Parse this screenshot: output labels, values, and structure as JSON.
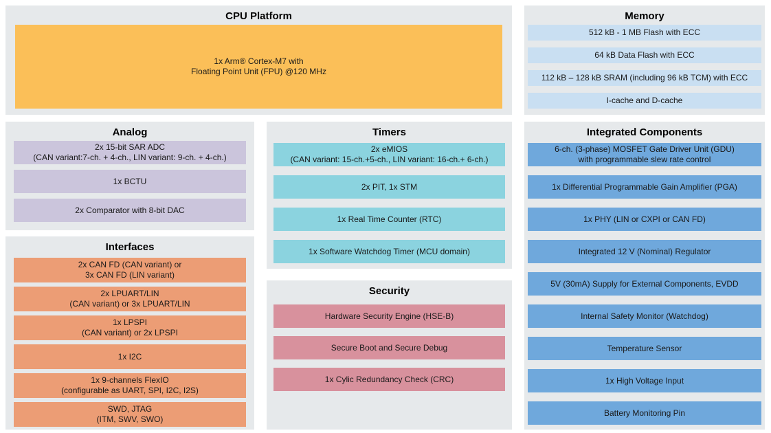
{
  "colors": {
    "page_background": "#FFFFFF",
    "panel_background": "#E6E9EB",
    "text": "#1A1A1A",
    "title_text": "#000000"
  },
  "sections": {
    "cpu_platform": {
      "title": "CPU Platform",
      "block_color": "#FBBF58",
      "blocks": [
        {
          "name": "block-cortex-m7",
          "lines": [
            "1x Arm® Cortex-M7 with",
            "Floating Point Unit (FPU) @120 MHz"
          ]
        }
      ]
    },
    "memory": {
      "title": "Memory",
      "block_color": "#C9DFF2",
      "blocks": [
        {
          "name": "block-flash",
          "lines": [
            "512 kB - 1 MB Flash with ECC"
          ]
        },
        {
          "name": "block-data-flash",
          "lines": [
            "64 kB Data Flash with ECC"
          ]
        },
        {
          "name": "block-sram",
          "lines": [
            "112 kB – 128 kB SRAM (including 96 kB TCM) with ECC"
          ]
        },
        {
          "name": "block-cache",
          "lines": [
            "I-cache and D-cache"
          ]
        }
      ]
    },
    "analog": {
      "title": "Analog",
      "block_color": "#CBC5DC",
      "blocks": [
        {
          "name": "block-sar-adc",
          "lines": [
            "2x 15-bit SAR ADC",
            "(CAN variant:7-ch. + 4-ch., LIN variant: 9-ch. + 4-ch.)"
          ]
        },
        {
          "name": "block-bctu",
          "lines": [
            "1x BCTU"
          ]
        },
        {
          "name": "block-comparator",
          "lines": [
            "2x Comparator with 8-bit DAC"
          ]
        }
      ]
    },
    "timers": {
      "title": "Timers",
      "block_color": "#8BD3DF",
      "blocks": [
        {
          "name": "block-emios",
          "lines": [
            "2x eMIOS",
            "(CAN variant: 15-ch.+5-ch., LIN variant: 16-ch.+ 6-ch.)"
          ]
        },
        {
          "name": "block-pit-stm",
          "lines": [
            "2x PIT, 1x STM"
          ]
        },
        {
          "name": "block-rtc",
          "lines": [
            "1x Real Time Counter (RTC)"
          ]
        },
        {
          "name": "block-watchdog-timer",
          "lines": [
            "1x Software Watchdog Timer (MCU domain)"
          ]
        }
      ]
    },
    "interfaces": {
      "title": "Interfaces",
      "block_color": "#EC9D75",
      "blocks": [
        {
          "name": "block-can-fd",
          "lines": [
            "2x CAN FD (CAN variant) or",
            "3x CAN FD (LIN variant)"
          ]
        },
        {
          "name": "block-lpuart-lin",
          "lines": [
            "2x LPUART/LIN",
            "(CAN variant) or 3x LPUART/LIN"
          ]
        },
        {
          "name": "block-lpspi",
          "lines": [
            "1x LPSPI",
            "(CAN variant) or 2x LPSPI"
          ]
        },
        {
          "name": "block-i2c",
          "lines": [
            "1x I2C"
          ]
        },
        {
          "name": "block-flexio",
          "lines": [
            "1x 9-channels FlexIO",
            "(configurable as UART, SPI, I2C, I2S)"
          ]
        },
        {
          "name": "block-swd-jtag",
          "lines": [
            "SWD, JTAG",
            "(ITM, SWV, SWO)"
          ]
        }
      ]
    },
    "security": {
      "title": "Security",
      "block_color": "#D8919D",
      "blocks": [
        {
          "name": "block-hse",
          "lines": [
            "Hardware Security Engine (HSE-B)"
          ]
        },
        {
          "name": "block-secure-boot",
          "lines": [
            "Secure Boot and Secure Debug"
          ]
        },
        {
          "name": "block-crc",
          "lines": [
            "1x Cylic Redundancy Check (CRC)"
          ]
        }
      ]
    },
    "integrated_components": {
      "title": "Integrated Components",
      "block_color": "#6FA8DC",
      "blocks": [
        {
          "name": "block-gdu",
          "lines": [
            "6-ch. (3-phase) MOSFET Gate Driver Unit (GDU)",
            "with programmable slew rate control"
          ]
        },
        {
          "name": "block-pga",
          "lines": [
            "1x Differential Programmable Gain Amplifier (PGA)"
          ]
        },
        {
          "name": "block-phy",
          "lines": [
            "1x PHY (LIN or CXPI or CAN FD)"
          ]
        },
        {
          "name": "block-regulator",
          "lines": [
            "Integrated 12 V (Nominal) Regulator"
          ]
        },
        {
          "name": "block-evdd-supply",
          "lines": [
            "5V (30mA) Supply for External Components, EVDD"
          ]
        },
        {
          "name": "block-safety-monitor",
          "lines": [
            "Internal Safety Monitor (Watchdog)"
          ]
        },
        {
          "name": "block-temperature-sensor",
          "lines": [
            "Temperature Sensor"
          ]
        },
        {
          "name": "block-high-voltage-input",
          "lines": [
            "1x High Voltage Input"
          ]
        },
        {
          "name": "block-battery-monitoring-pin",
          "lines": [
            "Battery Monitoring Pin"
          ]
        }
      ]
    }
  }
}
